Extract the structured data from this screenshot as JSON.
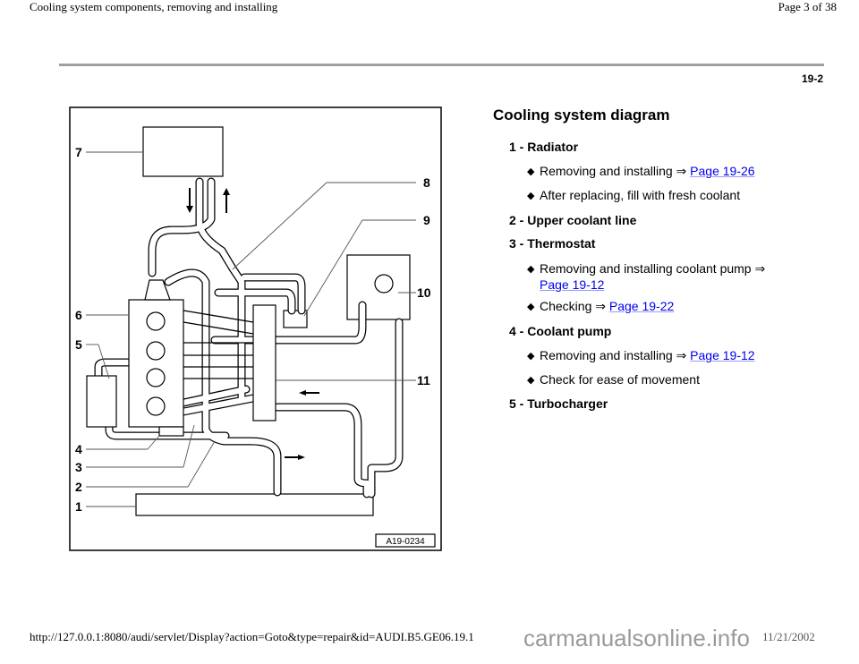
{
  "header": {
    "title": "Cooling system components, removing and installing",
    "page": "Page 3 of 38",
    "section": "19-2"
  },
  "diagram": {
    "figure_id": "A19-0234",
    "labels": [
      "1",
      "2",
      "3",
      "4",
      "5",
      "6",
      "7",
      "8",
      "9",
      "10",
      "11"
    ]
  },
  "content": {
    "title": "Cooling system diagram",
    "items": [
      {
        "label": "1 - Radiator",
        "subs": [
          {
            "text": "Removing and installing ⇒ ",
            "link": "Page 19-26"
          },
          {
            "text": "After replacing, fill with fresh coolant"
          }
        ]
      },
      {
        "label": "2 - Upper coolant line",
        "subs": []
      },
      {
        "label": "3 - Thermostat",
        "subs": [
          {
            "text": "Removing and installing coolant pump ⇒ ",
            "link": "Page 19-12"
          },
          {
            "text": "Checking ⇒ ",
            "link": "Page 19-22"
          }
        ]
      },
      {
        "label": "4 - Coolant pump",
        "subs": [
          {
            "text": "Removing and installing ⇒ ",
            "link": "Page 19-12"
          },
          {
            "text": "Check for ease of movement"
          }
        ]
      },
      {
        "label": "5 - Turbocharger",
        "subs": []
      }
    ]
  },
  "footer": {
    "url": "http://127.0.0.1:8080/audi/servlet/Display?action=Goto&type=repair&id=AUDI.B5.GE06.19.1",
    "date": "11/21/2002",
    "watermark": "carmanualsonline.info"
  },
  "colors": {
    "link": "#0000ee",
    "rule": "#a0a0a0"
  }
}
